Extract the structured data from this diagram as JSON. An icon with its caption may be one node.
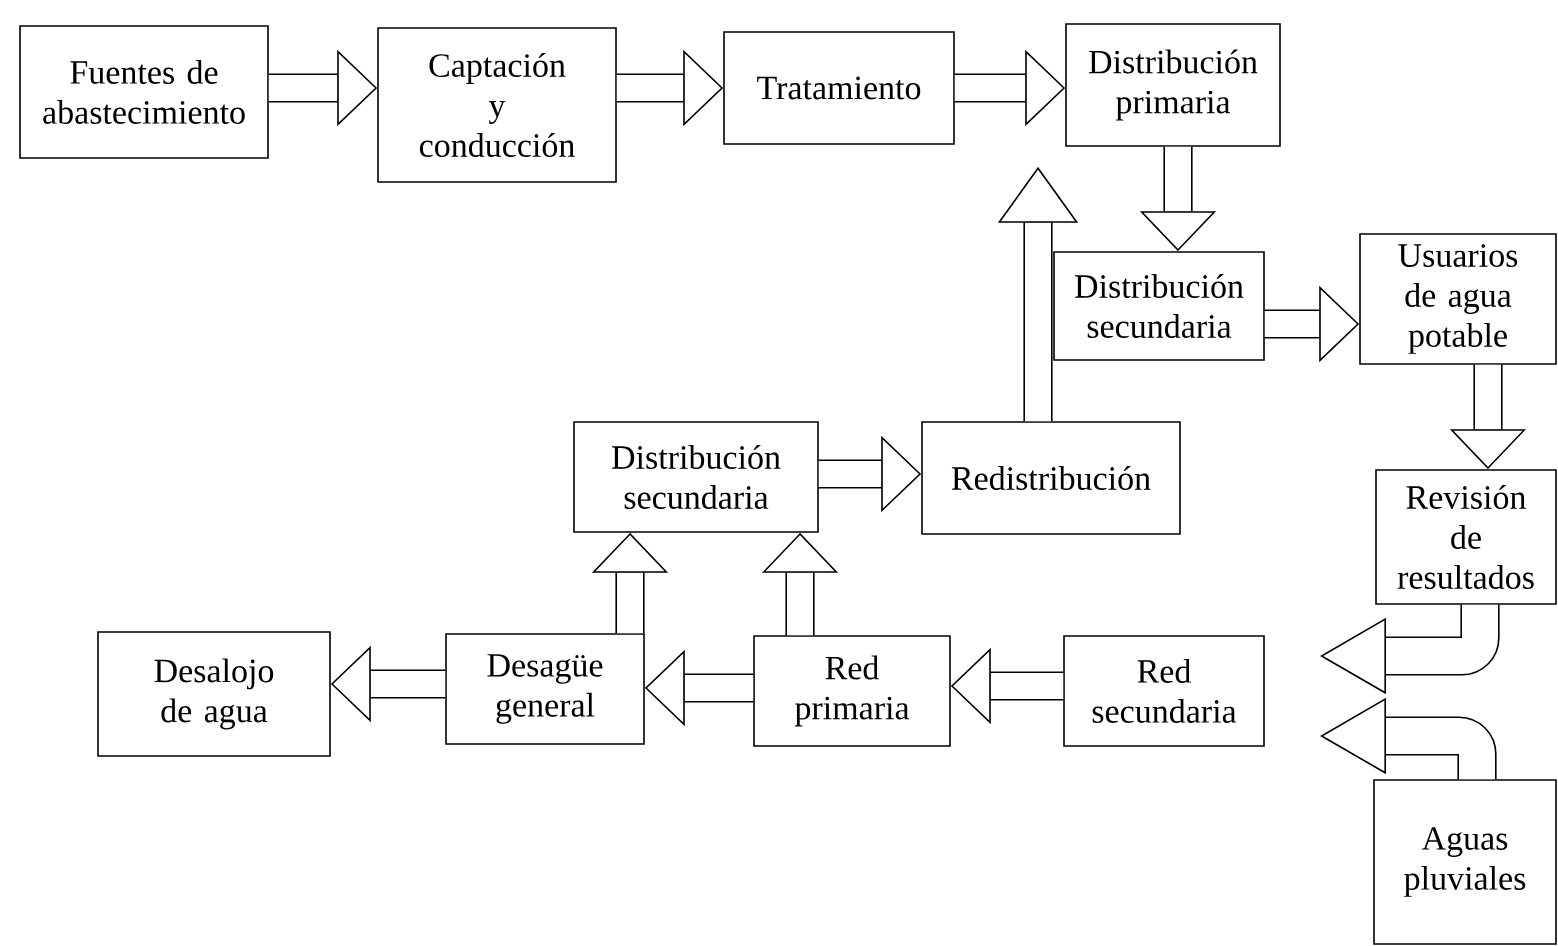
{
  "diagram": {
    "nodes": [
      {
        "text": [
          "Fuentes de abastecimiento"
        ]
      },
      {
        "text": [
          "Captación y conducción"
        ]
      },
      {
        "text": [
          "Tratamiento"
        ]
      },
      {
        "text": [
          "Distribución primaria"
        ]
      },
      {
        "text": [
          "Distribución secundaria"
        ]
      },
      {
        "text": [
          "Usuarios de agua potable"
        ]
      },
      {
        "text": [
          "Distribución secundaria"
        ]
      },
      {
        "text": [
          "Redistribución"
        ]
      },
      {
        "text": [
          "Revisión de resultados"
        ]
      },
      {
        "text": [
          "Desalojo de agua"
        ]
      },
      {
        "text": [
          "Desagüe general"
        ]
      },
      {
        "text": [
          "Red primaria"
        ]
      },
      {
        "text": [
          "Red secundaria"
        ]
      },
      {
        "text": [
          "Aguas pluviales"
        ]
      }
    ],
    "edges": [
      {
        "from": 0,
        "to": 1,
        "arrow": "to"
      },
      {
        "from": 1,
        "to": 2,
        "arrow": "to"
      },
      {
        "from": 2,
        "to": 3,
        "arrow": "to"
      },
      {
        "from": 3,
        "to": 4,
        "arrow": "to"
      },
      {
        "from": 4,
        "to": 5,
        "arrow": "to"
      },
      {
        "from": 5,
        "to": 8,
        "arrow": "to"
      },
      {
        "from": 6,
        "to": 7,
        "arrow": "to"
      },
      {
        "from": 10,
        "to": 6,
        "arrow": "to"
      },
      {
        "from": 11,
        "to": 6,
        "arrow": "to"
      },
      {
        "from": 12,
        "to": 11,
        "arrow": "to"
      },
      {
        "from": 11,
        "to": 10,
        "arrow": "to"
      },
      {
        "from": 10,
        "to": 9,
        "arrow": "to"
      },
      {
        "from": 7,
        "to": 3,
        "arrow": "to"
      },
      {
        "from": 8,
        "to": null,
        "arrow": "to"
      },
      {
        "from": 13,
        "to": null,
        "arrow": "to"
      }
    ]
  }
}
